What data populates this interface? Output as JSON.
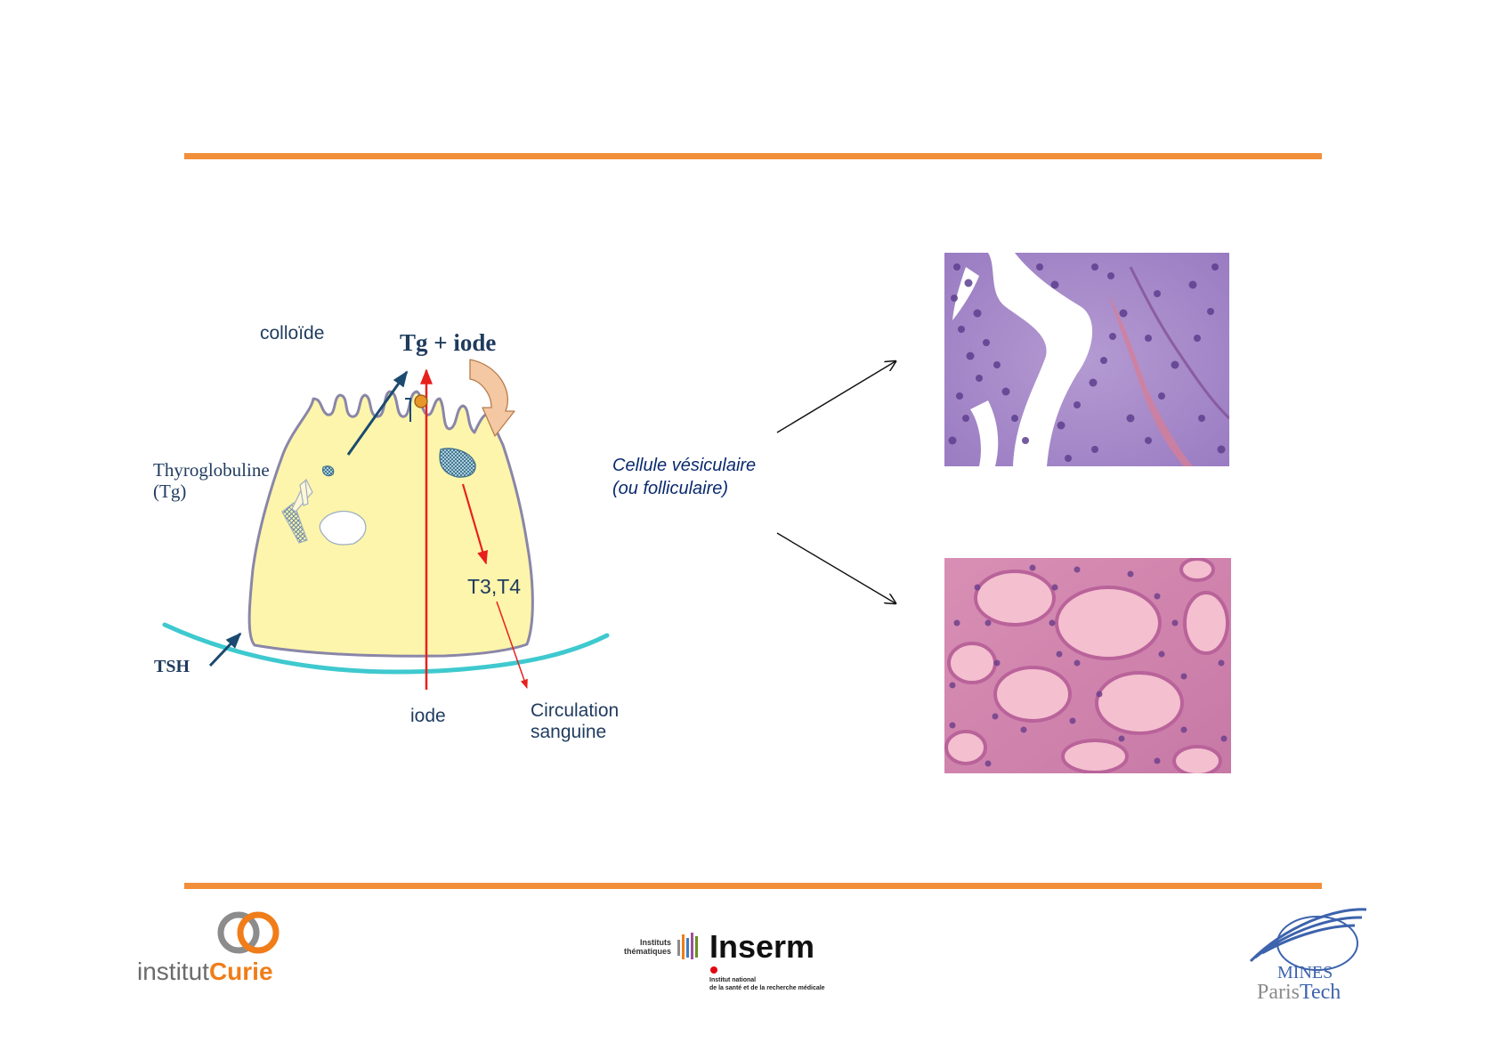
{
  "colors": {
    "accent_rule": "#f28f3b",
    "cell_fill": "#fdf5ab",
    "cell_outline": "#8a86a8",
    "vessel": "#3ec9cf",
    "iodine_arrow": "#e8201d",
    "tg_arrow": "#1b4a70",
    "label_dark": "#1f3b5e",
    "caption": "#0a2a6e",
    "curie_orange": "#f07d19",
    "curie_grey": "#8c8c8c",
    "mines_blue": "#3d63ad"
  },
  "diagram": {
    "colloid_label": "colloïde",
    "tg_iode_label": "Tg + iode",
    "thyroglobulin_label_line1": "Thyroglobuline",
    "thyroglobulin_label_line2": "(Tg)",
    "tsh_label": "TSH",
    "t3t4_label": "T3,T4",
    "iode_label": "iode",
    "circulation_line1": "Circulation",
    "circulation_line2": "sanguine"
  },
  "caption": {
    "line1": "Cellule vésiculaire",
    "line2": "(ou folliculaire)"
  },
  "micrographs": [
    {
      "name": "papillary-thyroid-micrograph",
      "icon": "histology-purple-image"
    },
    {
      "name": "normal-thyroid-micrograph",
      "icon": "histology-pink-image"
    }
  ],
  "logos": {
    "curie_prefix": "institut",
    "curie_name": "Curie",
    "inserm_tag_line1": "Instituts",
    "inserm_tag_line2": "thématiques",
    "inserm_name": "Inserm",
    "inserm_sub_line1": "Institut national",
    "inserm_sub_line2": "de la santé et de la recherche médicale",
    "mines_line1": "MINES",
    "mines_line2_a": "Paris",
    "mines_line2_b": "Tech"
  }
}
